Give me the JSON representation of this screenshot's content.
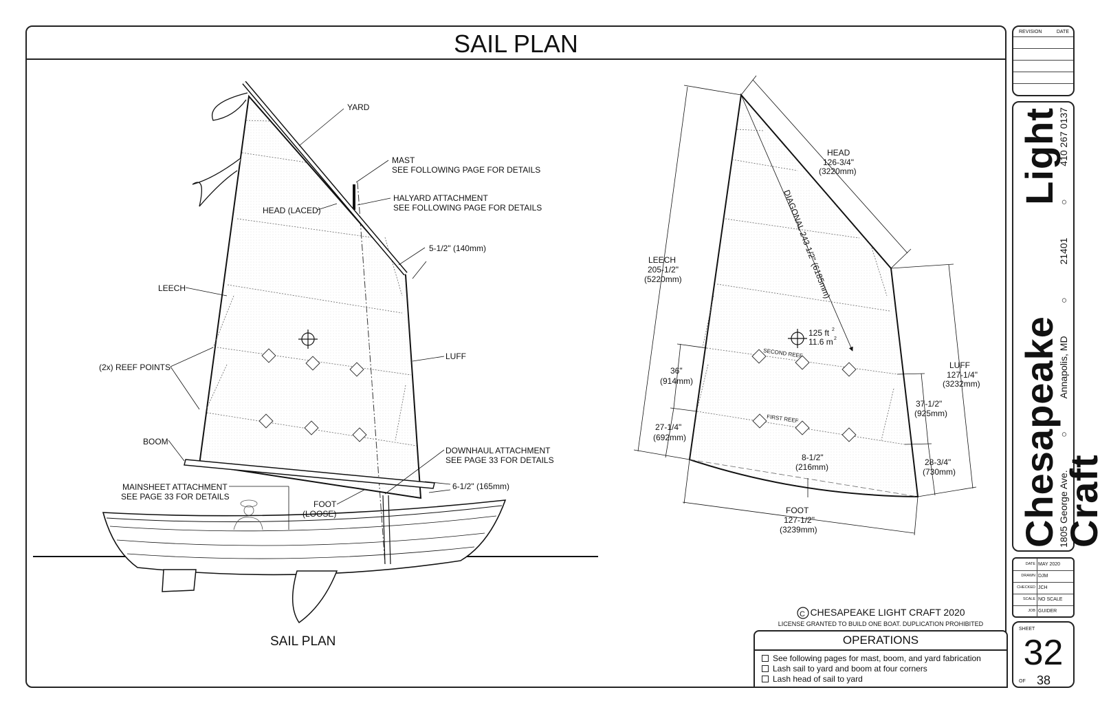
{
  "title": "SAIL PLAN",
  "left_view": {
    "caption": "SAIL PLAN",
    "labels": {
      "yard": "YARD",
      "mast": "MAST",
      "mast_note": "SEE FOLLOWING PAGE FOR DETAILS",
      "halyard": "HALYARD ATTACHMENT",
      "halyard_note": "SEE FOLLOWING PAGE FOR DETAILS",
      "head": "HEAD (LACED)",
      "dim_top": "5-1/2\" (140mm)",
      "leech": "LEECH",
      "luff": "LUFF",
      "reef": "(2x) REEF POINTS",
      "boom": "BOOM",
      "downhaul": "DOWNHAUL ATTACHMENT",
      "downhaul_note": "SEE PAGE 33 FOR DETAILS",
      "dim_bottom": "6-1/2\" (165mm)",
      "mainsheet": "MAINSHEET ATTACHMENT",
      "mainsheet_note": "SEE PAGE 33 FOR DETAILS",
      "foot": "FOOT",
      "foot_note": "(LOOSE)"
    }
  },
  "right_view": {
    "head": "HEAD",
    "head_in": "126-3/4\"",
    "head_mm": "(3220mm)",
    "diagonal": "DIAGONAL 243-1/2\" (6185mm)",
    "leech": "LEECH",
    "leech_in": "205-1/2\"",
    "leech_mm": "(5220mm)",
    "area_ft": "125 ft",
    "area_m": "11.6 m",
    "sq": "2",
    "second_reef": "SECOND REEF",
    "first_reef": "FIRST REEF",
    "luff": "LUFF",
    "luff_in": "127-1/4\"",
    "luff_mm": "(3232mm)",
    "d36_in": "36\"",
    "d36_mm": "(914mm)",
    "d27_in": "27-1/4\"",
    "d27_mm": "(692mm)",
    "d37_in": "37-1/2\"",
    "d37_mm": "(925mm)",
    "d28_in": "28-3/4\"",
    "d28_mm": "(730mm)",
    "d8_in": "8-1/2\"",
    "d8_mm": "(216mm)",
    "foot": "FOOT",
    "foot_in": "127-1/2\"",
    "foot_mm": "(3239mm)"
  },
  "copyright": "CHESAPEAKE LIGHT CRAFT 2020",
  "license": "LICENSE GRANTED TO BUILD ONE BOAT. DUPLICATION PROHIBITED",
  "operations": {
    "title": "OPERATIONS",
    "items": [
      "See following pages for mast, boom, and yard fabrication",
      "Lash sail to yard and boom at four corners",
      "Lash head of sail to yard"
    ]
  },
  "revision": {
    "rev_label": "REVISION",
    "date_label": "DATE"
  },
  "brand": {
    "name": "Chesapeake Light Craft",
    "address": "1805 George Ave.",
    "city": "Annapolis, MD",
    "zip": "21401",
    "phone": "410 267 0137"
  },
  "info": {
    "date_k": "DATE",
    "date_v": "MAY 2020",
    "drawn_k": "DRAWN",
    "drawn_v": "DJM",
    "checked_k": "CHECKED",
    "checked_v": "JCH",
    "scale_k": "SCALE",
    "scale_v": "NO SCALE",
    "job_k": "JOB",
    "job_v": "GUIDER"
  },
  "sheet": {
    "label": "SHEET",
    "number": "32",
    "of_label": "OF",
    "total": "38"
  }
}
